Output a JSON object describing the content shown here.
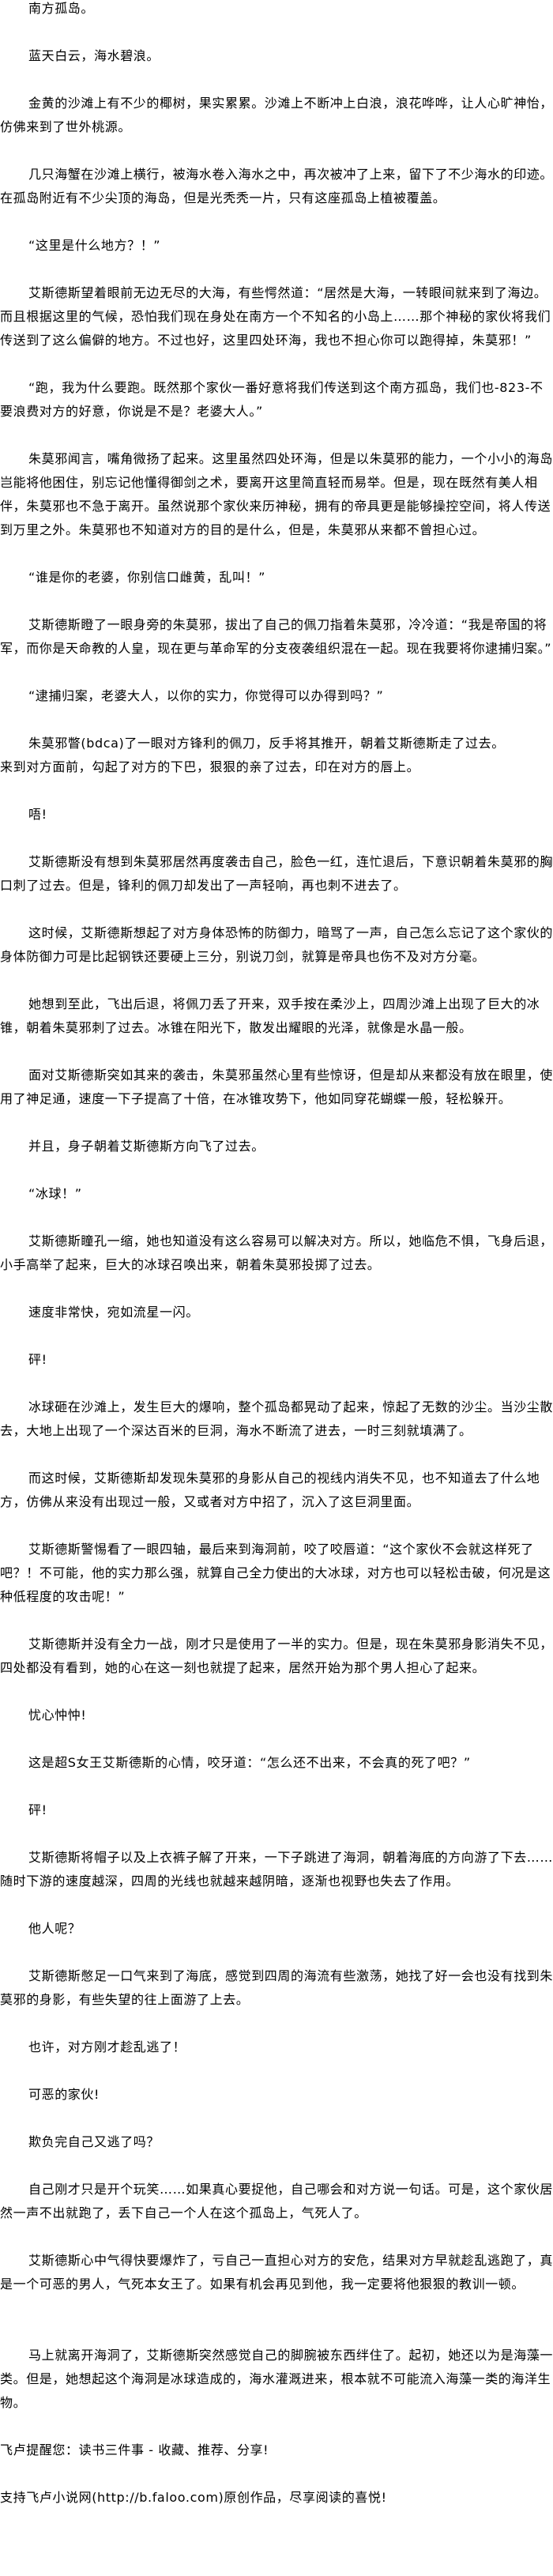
{
  "paragraphs": [
    "南方孤岛。",
    "蓝天白云，海水碧浪。",
    "金黄的沙滩上有不少的椰树，果实累累。沙滩上不断冲上白浪，浪花哗哗，让人心旷神怡，仿佛来到了世外桃源。",
    "几只海蟹在沙滩上横行，被海水卷入海水之中，再次被冲了上来，留下了不少海水的印迹。在孤岛附近有不少尖顶的海岛，但是光秃秃一片，只有这座孤岛上植被覆盖。",
    "“这里是什么地方？！”",
    "艾斯德斯望着眼前无边无尽的大海，有些愕然道：“居然是大海，一转眼间就来到了海边。而且根据这里的气候，恐怕我们现在身处在南方一个不知名的小岛上……那个神秘的家伙将我们传送到了这么偏僻的地方。不过也好，这里四处环海，我也不担心你可以跑得掉，朱莫邪！”",
    "“跑，我为什么要跑。既然那个家伙一番好意将我们传送到这个南方孤岛，我们也-823-不要浪费对方的好意，你说是不是？老婆大人。”",
    "朱莫邪闻言，嘴角微扬了起来。这里虽然四处环海，但是以朱莫邪的能力，一个小小的海岛岂能将他困住，别忘记他懂得御剑之术，要离开这里简直轻而易举。但是，现在既然有美人相伴，朱莫邪也不急于离开。虽然说那个家伙来历神秘，拥有的帝具更是能够操控空间，将人传送到万里之外。朱莫邪也不知道对方的目的是什么，但是，朱莫邪从来都不曾担心过。",
    "“谁是你的老婆，你别信口雌黄，乱叫！”",
    "艾斯德斯瞪了一眼身旁的朱莫邪，拔出了自己的佩刀指着朱莫邪，冷冷道：“我是帝国的将军，而你是天命教的人皇，现在更与革命军的分支夜袭组织混在一起。现在我要将你逮捕归案。”",
    "“逮捕归案，老婆大人，以你的实力，你觉得可以办得到吗？”",
    "朱莫邪瞥(bdca)了一眼对方锋利的佩刀，反手将其推开，朝着艾斯德斯走了过去。",
    "来到对方面前，勾起了对方的下巴，狠狠的亲了过去，印在对方的唇上。",
    "唔!",
    "艾斯德斯没有想到朱莫邪居然再度袭击自己，脸色一红，连忙退后，下意识朝着朱莫邪的胸口刺了过去。但是，锋利的佩刀却发出了一声轻响，再也刺不进去了。",
    "这时候，艾斯德斯想起了对方身体恐怖的防御力，暗骂了一声，自己怎么忘记了这个家伙的身体防御力可是比起钢铁还要硬上三分，别说刀剑，就算是帝具也伤不及对方分毫。",
    "她想到至此，飞出后退，将佩刀丢了开来，双手按在柔沙上，四周沙滩上出现了巨大的冰锥，朝着朱莫邪刺了过去。冰锥在阳光下，散发出耀眼的光泽，就像是水晶一般。",
    "面对艾斯德斯突如其来的袭击，朱莫邪虽然心里有些惊讶，但是却从来都没有放在眼里，使用了神足通，速度一下子提高了十倍，在冰锥攻势下，他如同穿花蝴蝶一般，轻松躲开。",
    "并且，身子朝着艾斯德斯方向飞了过去。",
    "“冰球！”",
    "艾斯德斯瞳孔一缩，她也知道没有这么容易可以解决对方。所以，她临危不惧，飞身后退，小手高举了起来，巨大的冰球召唤出来，朝着朱莫邪投掷了过去。",
    "速度非常快，宛如流星一闪。",
    "砰!",
    "冰球砸在沙滩上，发生巨大的爆响，整个孤岛都晃动了起来，惊起了无数的沙尘。当沙尘散去，大地上出现了一个深达百米的巨洞，海水不断流了进去，一时三刻就填满了。",
    "而这时候，艾斯德斯却发现朱莫邪的身影从自己的视线内消失不见，也不知道去了什么地方，仿佛从来没有出现过一般，又或者对方中招了，沉入了这巨洞里面。",
    "艾斯德斯警惕看了一眼四轴，最后来到海洞前，咬了咬唇道：“这个家伙不会就这样死了吧？！不可能，他的实力那么强，就算自己全力使出的大冰球，对方也可以轻松击破，何况是这种低程度的攻击呢！”",
    "艾斯德斯并没有全力一战，刚才只是使用了一半的实力。但是，现在朱莫邪身影消失不见，四处都没有看到，她的心在这一刻也就提了起来，居然开始为那个男人担心了起来。",
    "忧心忡忡!",
    "这是超S女王艾斯德斯的心情，咬牙道：“怎么还不出来，不会真的死了吧？”",
    "砰!",
    "艾斯德斯将帽子以及上衣裤子解了开来，一下子跳进了海洞，朝着海底的方向游了下去……随时下游的速度越深，四周的光线也就越来越阴暗，逐渐也视野也失去了作用。",
    "他人呢？",
    "艾斯德斯憋足一口气来到了海底，感觉到四周的海流有些激荡，她找了好一会也没有找到朱莫邪的身影，有些失望的往上面游了上去。",
    "也许，对方刚才趁乱逃了！",
    "可恶的家伙!",
    "欺负完自己又逃了吗？",
    "自己刚才只是开个玩笑……如果真心要捉他，自己哪会和对方说一句话。可是，这个家伙居然一声不出就跑了，丢下自己一个人在这个孤岛上，气死人了。",
    "艾斯德斯心中气得快要爆炸了，亏自己一直担心对方的安危，结果对方早就趁乱逃跑了，真是一个可恶的男人，气死本女王了。如果有机会再见到他，我一定要将他狠狠的教训一顿。",
    "马上就离开海洞了，艾斯德斯突然感觉自己的脚腕被东西绊住了。起初，她还以为是海藻一类。但是，她想起这个海洞是冰球造成的，海水灌溉进来，根本就不可能流入海藻一类的海洋生物。"
  ],
  "footer": {
    "reminder": "飞卢提醒您：读书三件事 - 收藏、推荐、分享!",
    "support": "支持飞卢小说网(http://b.faloo.com)原创作品，尽享阅读的喜悦!"
  }
}
